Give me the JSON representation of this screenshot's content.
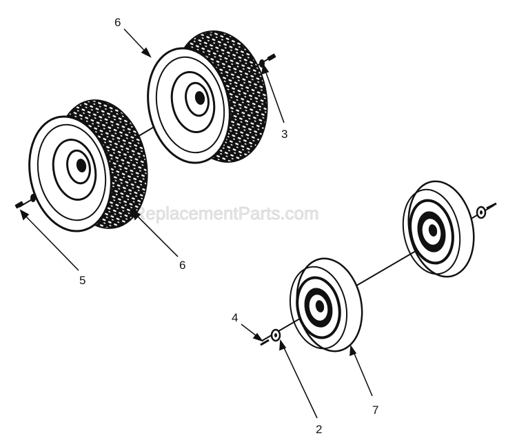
{
  "watermark": "eReplacementParts.com",
  "callouts": {
    "front_left_wheel": "6",
    "rear_left_wheel": "6",
    "right_fastener": "3",
    "left_fastener": "5",
    "small_fastener": "4",
    "washer": "2",
    "caster_wheel": "7"
  },
  "colors": {
    "ink": "#111111",
    "tire": "#1a1a1a",
    "paper": "#ffffff"
  }
}
